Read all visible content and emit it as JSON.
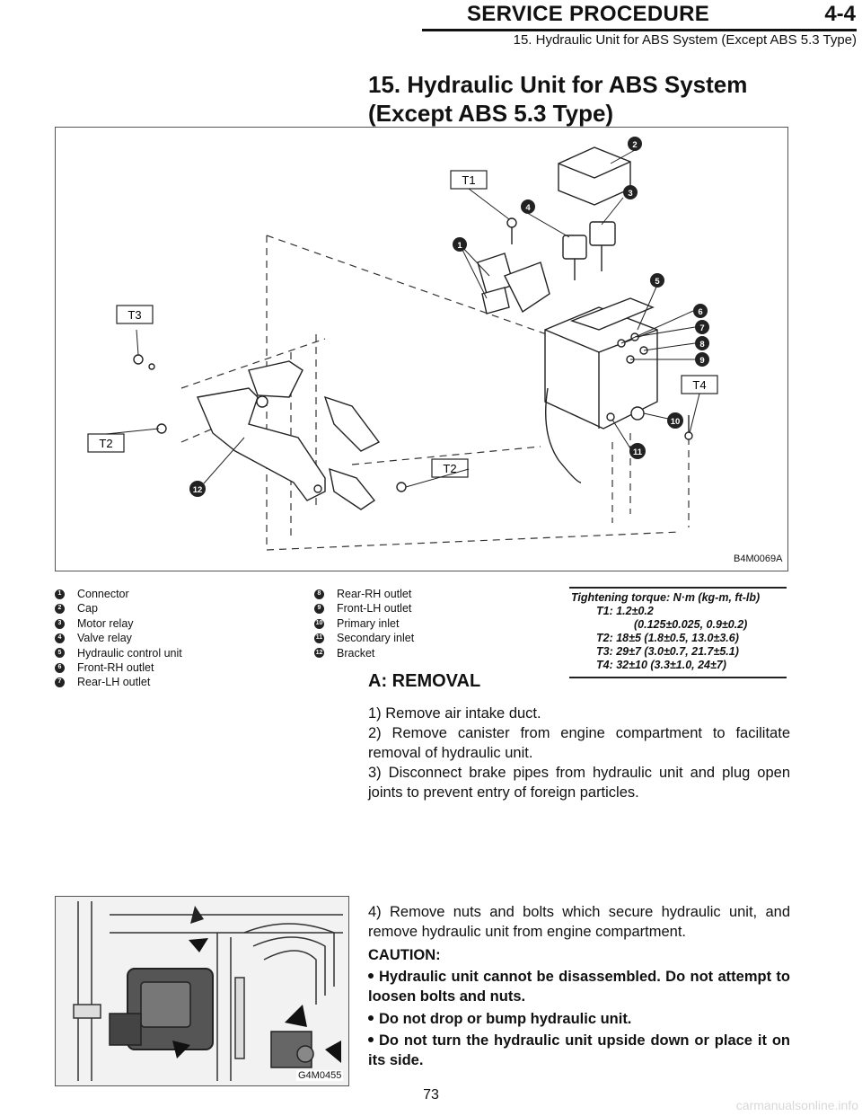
{
  "header": {
    "title": "SERVICE PROCEDURE",
    "code": "4-4",
    "subtitle": "15. Hydraulic Unit for ABS System (Except ABS 5.3 Type)"
  },
  "section": {
    "title_line1": "15. Hydraulic Unit for ABS System",
    "title_line2": "(Except ABS 5.3 Type)"
  },
  "figure1": {
    "code": "B4M0069A",
    "callouts": [
      "1",
      "2",
      "3",
      "4",
      "5",
      "6",
      "7",
      "8",
      "9",
      "10",
      "11",
      "12"
    ],
    "torque_labels": [
      "T1",
      "T2",
      "T2",
      "T3",
      "T4"
    ]
  },
  "legend": {
    "left": [
      {
        "n": "1",
        "label": "Connector"
      },
      {
        "n": "2",
        "label": "Cap"
      },
      {
        "n": "3",
        "label": "Motor relay"
      },
      {
        "n": "4",
        "label": "Valve relay"
      },
      {
        "n": "5",
        "label": "Hydraulic control unit"
      },
      {
        "n": "6",
        "label": "Front-RH outlet"
      },
      {
        "n": "7",
        "label": "Rear-LH outlet"
      }
    ],
    "right": [
      {
        "n": "8",
        "label": "Rear-RH outlet"
      },
      {
        "n": "9",
        "label": "Front-LH outlet"
      },
      {
        "n": "10",
        "label": "Primary inlet"
      },
      {
        "n": "11",
        "label": "Secondary inlet"
      },
      {
        "n": "12",
        "label": "Bracket"
      }
    ]
  },
  "torque": {
    "heading": "Tightening torque: N·m (kg-m, ft-lb)",
    "t1a": "T1: 1.2±0.2",
    "t1b": "(0.125±0.025, 0.9±0.2)",
    "t2": "T2: 18±5 (1.8±0.5, 13.0±3.6)",
    "t3": "T3: 29±7 (3.0±0.7, 21.7±5.1)",
    "t4": "T4: 32±10 (3.3±1.0, 24±7)"
  },
  "removal": {
    "heading": "A: REMOVAL",
    "step1": "1) Remove air intake duct.",
    "step2": "2) Remove canister from engine compartment to facilitate removal of hydraulic unit.",
    "step3": "3) Disconnect brake pipes from hydraulic unit and plug open joints to prevent entry of foreign particles.",
    "step4": "4) Remove nuts and bolts which secure hydraulic unit, and remove hydraulic unit from engine compartment.",
    "caution_label": "CAUTION:",
    "caution1": "Hydraulic unit cannot be disassembled. Do not attempt to loosen bolts and nuts.",
    "caution2": "Do not drop or bump hydraulic unit.",
    "caution3": "Do not turn the hydraulic unit upside down or place it on its side."
  },
  "figure2": {
    "code": "G4M0455"
  },
  "page_number": "73",
  "watermark": "carmanualsonline.info"
}
